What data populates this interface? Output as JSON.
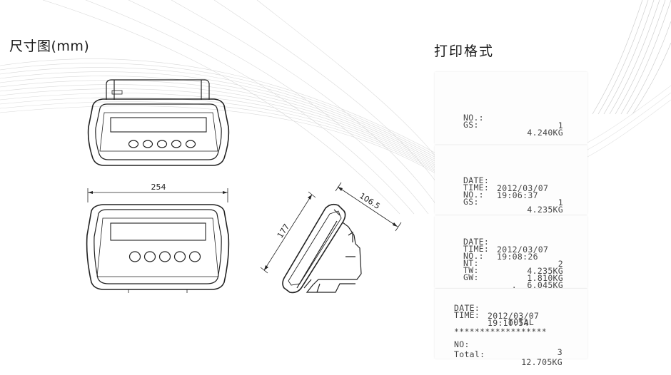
{
  "headings": {
    "dimensions": "尺寸图(mm)",
    "print_format": "打印格式"
  },
  "dimensions": {
    "width": "254",
    "depth": "106.5",
    "height": "177"
  },
  "receipts": [
    {
      "lines": [
        {
          "label": "NO.:",
          "value": "1"
        },
        {
          "label": "GS:",
          "value": "4.240KG"
        }
      ]
    },
    {
      "lines": [
        {
          "label": "DATE:",
          "value": "2012/03/07"
        },
        {
          "label": "TIME:",
          "value": "19:06:37"
        },
        {
          "label": "NO.:",
          "value": "1"
        },
        {
          "label": "GS:",
          "value": "4.235KG"
        }
      ]
    },
    {
      "lines": [
        {
          "label": "DATE:",
          "value": "2012/03/07"
        },
        {
          "label": "TIME:",
          "value": "19:08:26"
        },
        {
          "label": "NO.:",
          "value": "2"
        },
        {
          "label": "NT:",
          "value": "4.235KG"
        },
        {
          "label": "TW:",
          "value": "1.810KG"
        },
        {
          "label": "GW:",
          "value": ".  6.045KG"
        }
      ]
    },
    {
      "lines": [
        {
          "label": "DATE:",
          "value": "2012/03/07"
        },
        {
          "label": "TIME:",
          "value": "19:10:54"
        },
        {
          "label": "",
          "value": "TOTAL"
        },
        {
          "label": "",
          "value": "******************"
        },
        {
          "label": "NO:",
          "value": "3"
        },
        {
          "label": "Total:",
          "value": "12.705KG"
        }
      ]
    }
  ]
}
